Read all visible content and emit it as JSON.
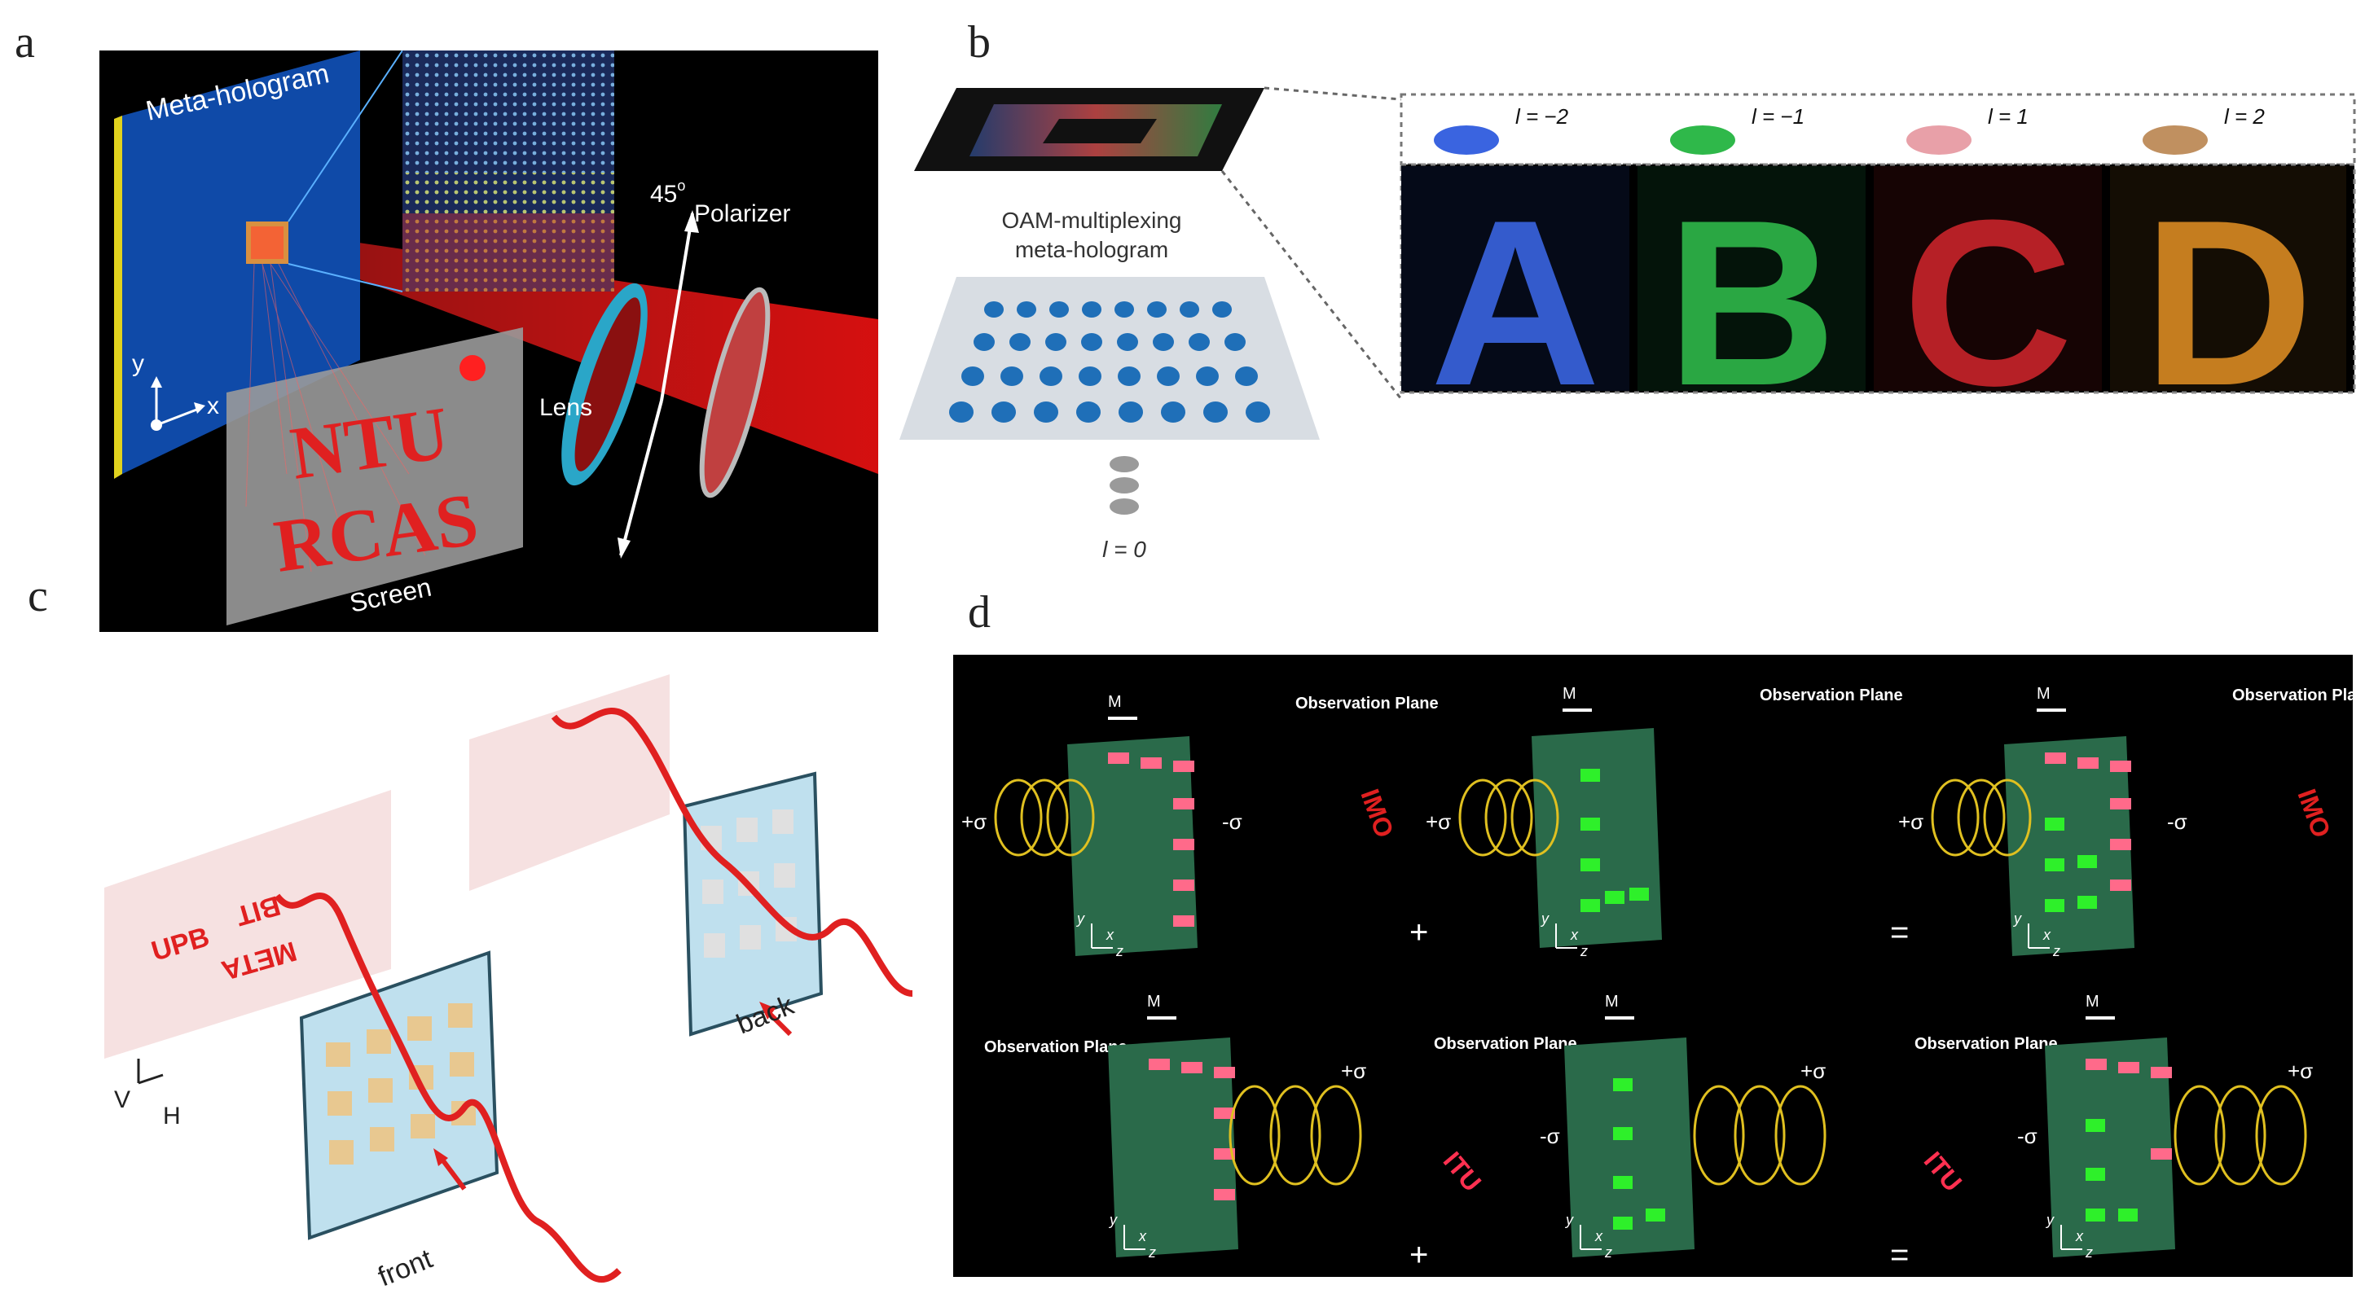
{
  "panels": {
    "a": {
      "letter": "a",
      "meta_hologram": "Meta-hologram",
      "angle": "45",
      "angle_unit": "o",
      "polarizer": "Polarizer",
      "lens": "Lens",
      "screen": "Screen",
      "axis_y": "y",
      "axis_x": "x",
      "text_line1": "NTU",
      "text_line2": "RCAS"
    },
    "b": {
      "letter": "b",
      "caption_line1": "OAM-multiplexing",
      "caption_line2": "meta-hologram",
      "l_zero": "l = 0",
      "modes": [
        {
          "label": "l = −2",
          "letter": "A",
          "color": "#3a64e0"
        },
        {
          "label": "l = −1",
          "letter": "B",
          "color": "#2fb84a"
        },
        {
          "label": "l = 1",
          "letter": "C",
          "color": "#c8242a"
        },
        {
          "label": "l = 2",
          "letter": "D",
          "color": "#d98a22"
        }
      ]
    },
    "c": {
      "letter": "c",
      "front": "front",
      "back": "back",
      "axis_v": "V",
      "axis_h": "H",
      "hologram_text_1": "UPB",
      "hologram_text_2": "BIT",
      "hologram_text_3": "META"
    },
    "d": {
      "letter": "d",
      "observation_plane": "Observation Plane",
      "magnetization": "M",
      "plus_sigma": "+σ",
      "minus_sigma": "-σ",
      "plus": "+",
      "equals": "=",
      "ax_y": "y",
      "ax_x": "x",
      "ax_z": "z",
      "image_text_top": "IMO",
      "image_text_bottom": "ITU"
    }
  }
}
